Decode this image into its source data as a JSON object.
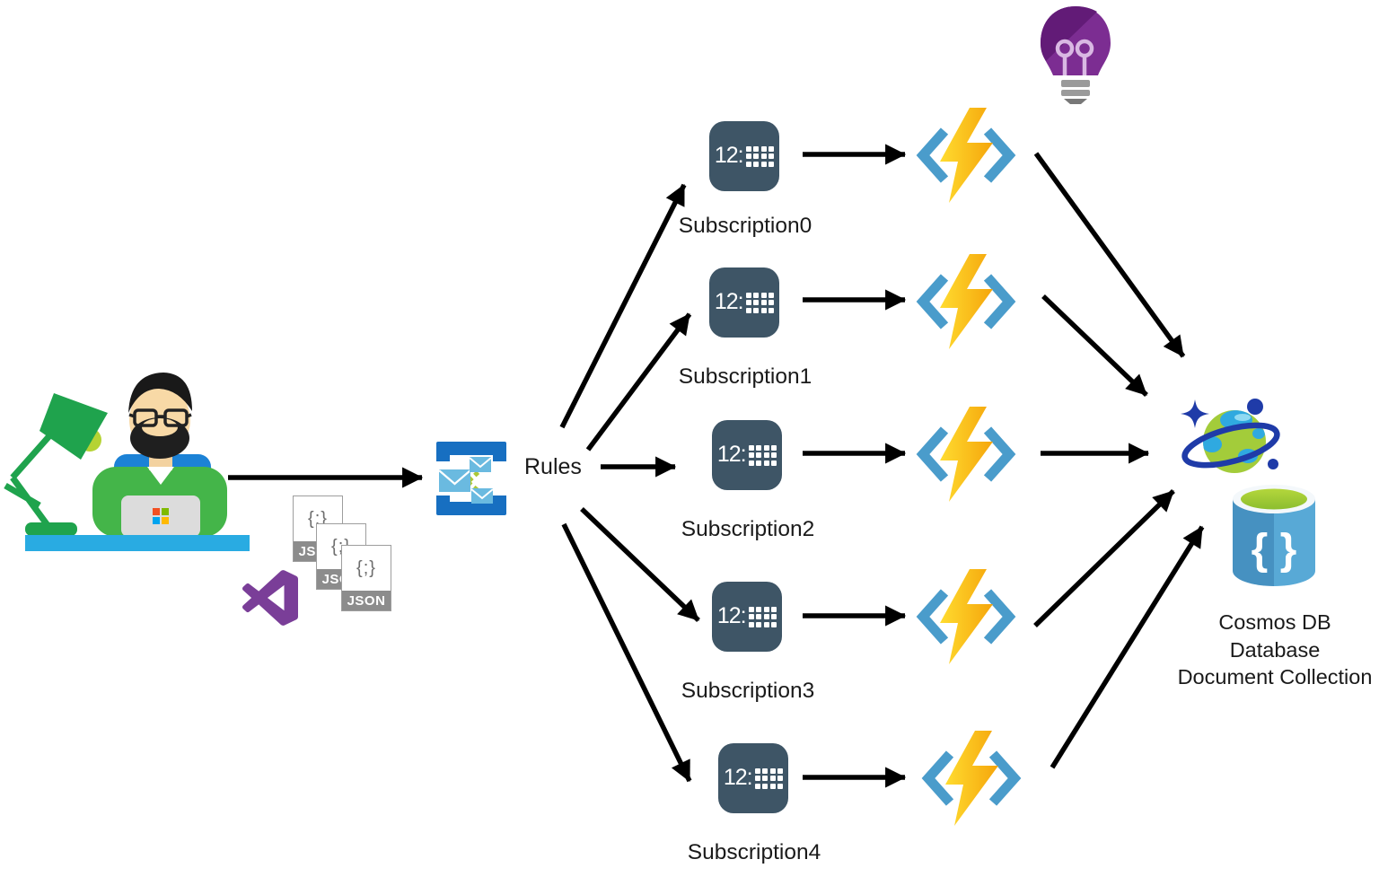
{
  "diagram": {
    "title_hint": "",
    "json_files": {
      "symbol": "{;}",
      "label": "JSON"
    },
    "service_bus": {
      "rules_label": "Rules"
    },
    "subscription_icon_text": "12:",
    "subscriptions": [
      {
        "label": "Subscription0"
      },
      {
        "label": "Subscription1"
      },
      {
        "label": "Subscription2"
      },
      {
        "label": "Subscription3"
      },
      {
        "label": "Subscription4"
      }
    ],
    "cosmos": {
      "symbol": "{ }",
      "lines": [
        "Cosmos DB",
        "Database",
        "Document Collection"
      ]
    },
    "colors": {
      "arrow": "#000000",
      "subscription_tile": "#3E5566",
      "function_bracket": "#4A9CCB",
      "bolt_light": "#FFD82A",
      "bolt_dark": "#F5A50B",
      "service_bus_blue": "#176FC1",
      "envelope_blue": "#6ABAE0",
      "dash_green": "#ABC837",
      "lightbulb_purple": "#7C2D92",
      "visual_studio_purple": "#7A3E98",
      "cosmos_ink_blue": "#1F3BA8",
      "cosmos_green": "#A3CC3A",
      "cosmos_sky_blue": "#2FA9E0",
      "database_blue": "#4E9ECE",
      "desk_blue": "#29ABE2",
      "sweater_green": "#44B549"
    }
  }
}
